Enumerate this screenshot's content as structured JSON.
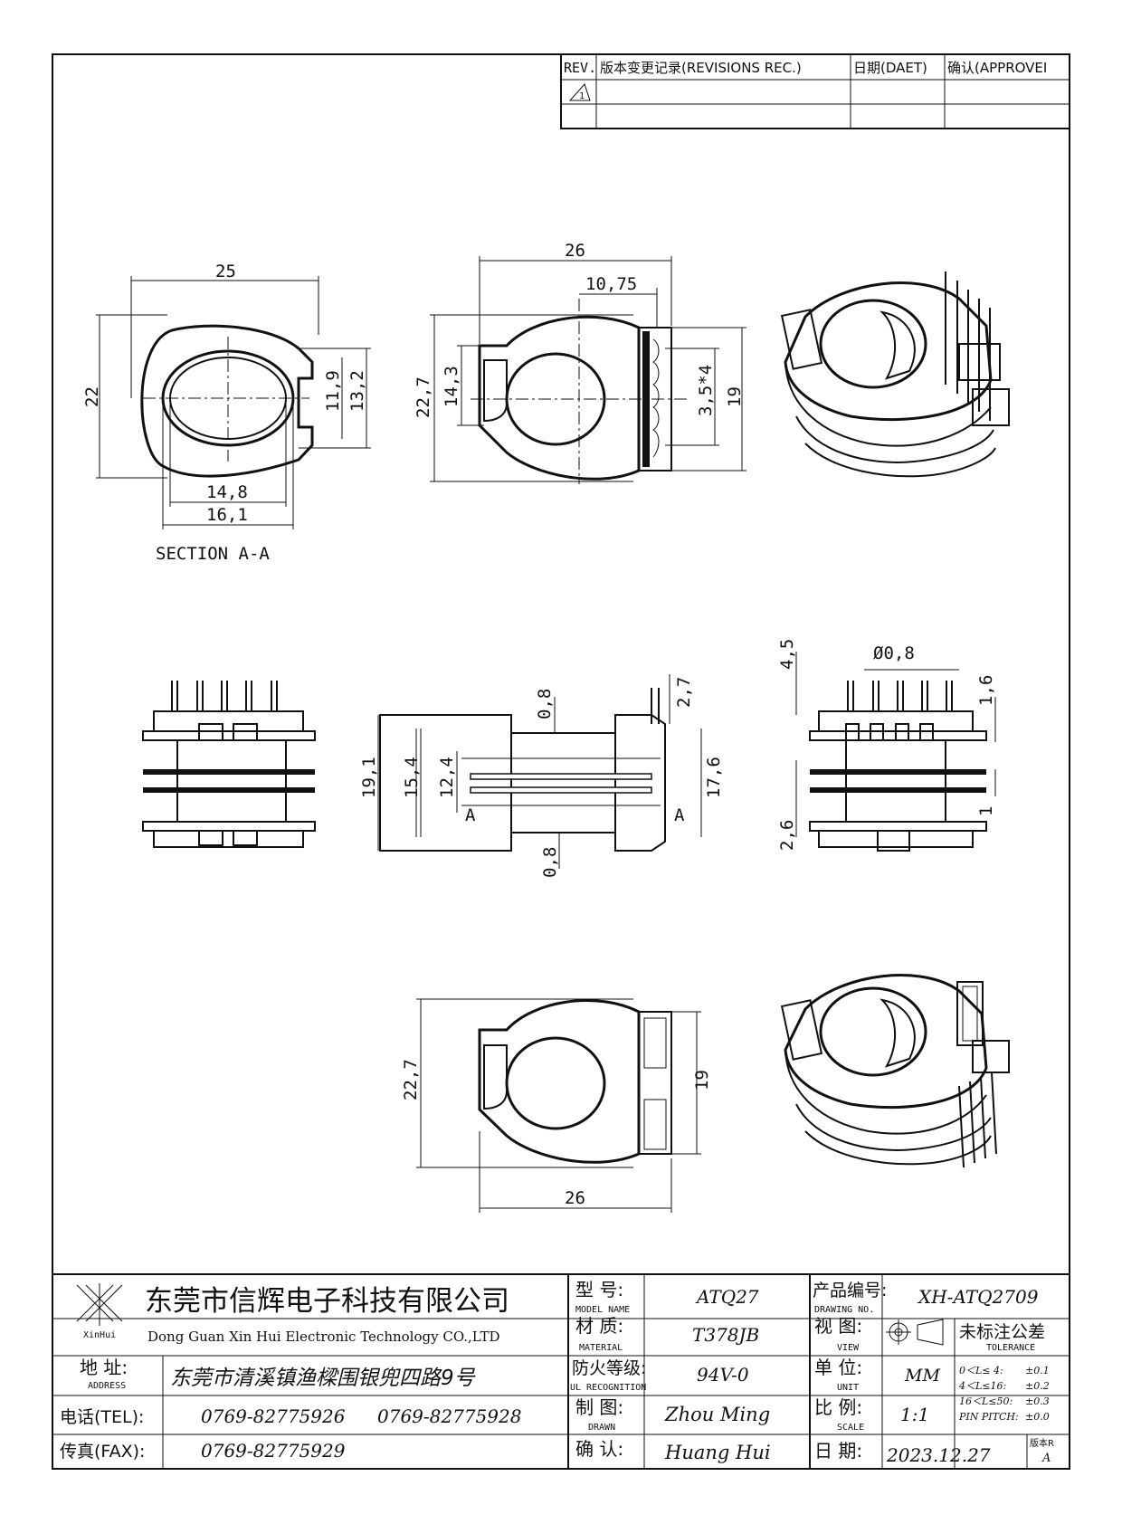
{
  "revision_table": {
    "headers": [
      "REV.",
      "版本变更记录(REVISIONS REC.)",
      "日期(DAET)",
      "确认(APPROVEI"
    ],
    "rev_mark": "1"
  },
  "dimensions": {
    "section_view": {
      "width": "25",
      "height": "22",
      "slot_inner": "11,9",
      "slot_outer": "13,2",
      "bore_inner": "14,8",
      "bore_outer": "16,1",
      "label": "SECTION A-A"
    },
    "top_view": {
      "width": "26",
      "offset": "10,75",
      "height": "22,7",
      "inner_h": "14,3",
      "pin_spacing": "3,5*4",
      "pin_span": "19"
    },
    "side_view": {
      "total_h": "19,1",
      "h2": "15,4",
      "h3": "12,4",
      "h4": "17,6",
      "wall_top": "0,8",
      "wall_bot": "0,8",
      "step": "2,7",
      "section_mark": "A"
    },
    "end_view": {
      "pin_len": "4,5",
      "pin_dia": "Ø0,8",
      "flange": "1,6",
      "flange2": "2,6",
      "gap": "1"
    },
    "bottom_view": {
      "height": "22,7",
      "pin_span": "19",
      "width": "26"
    }
  },
  "title_block": {
    "company_cn": "东莞市信辉电子科技有限公司",
    "company_en": "Dong Guan Xin Hui Electronic Technology CO.,LTD",
    "logo_text": "XinHui",
    "address_label": "地  址:",
    "address_label_en": "ADDRESS",
    "address": "东莞市清溪镇渔樑围银兜四路9号",
    "tel_label": "电话(TEL):",
    "tel1": "0769-82775926",
    "tel2": "0769-82775928",
    "fax_label": "传真(FAX):",
    "fax": "0769-82775929",
    "model_label": "型  号:",
    "model_label_en": "MODEL NAME",
    "model": "ATQ27",
    "material_label": "材  质:",
    "material_label_en": "MATERIAL",
    "material": "T378JB",
    "ul_label": "防火等级:",
    "ul_label_en": "UL RECOGNITION",
    "ul": "94V-0",
    "drawn_label": "制  图:",
    "drawn_label_en": "DRAWN",
    "drawn": "Zhou Ming",
    "checked_label": "确  认:",
    "checked": "Huang Hui",
    "drawing_no_label": "产品编号:",
    "drawing_no_label_en": "DRAWING NO.",
    "drawing_no": "XH-ATQ2709",
    "view_label": "视  图:",
    "view_label_en": "VIEW",
    "unit_label": "单  位:",
    "unit_label_en": "UNIT",
    "unit": "MM",
    "scale_label": "比  例:",
    "scale_label_en": "SCALE",
    "scale": "1:1",
    "date_label": "日  期:",
    "date": "2023.12.27",
    "tolerance_label": "未标注公差",
    "tolerance_label_en": "TOLERANCE",
    "tolerances": [
      {
        "range": "0＜L≤ 4:",
        "value": "±0.1"
      },
      {
        "range": "4＜L≤16:",
        "value": "±0.2"
      },
      {
        "range": "16＜L≤50:",
        "value": "±0.3"
      },
      {
        "range": "PIN PITCH:",
        "value": "±0.0"
      }
    ],
    "version_label": "版本R",
    "version": "A"
  }
}
